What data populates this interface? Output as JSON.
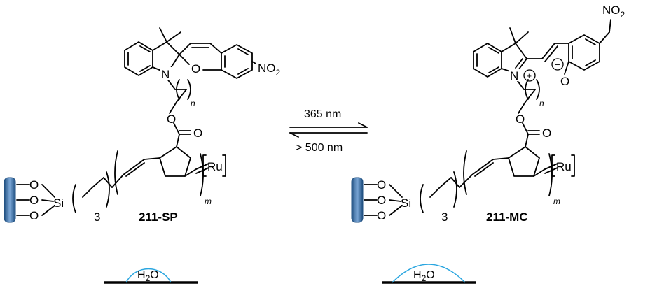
{
  "sp": {
    "nitro": "NO",
    "nitro_sub": "2",
    "n_atom": "N",
    "o_ring": "O",
    "o_ester": "O",
    "o_carbonyl": "O",
    "n_sub": "n",
    "m_sub": "m",
    "ru": "Ru",
    "si": "Si",
    "o1": "O",
    "o2": "O",
    "o3": "O",
    "count3": "3",
    "label": "211-SP",
    "water": "H",
    "water_sub": "2",
    "water_o": "O"
  },
  "mc": {
    "nitro": "NO",
    "nitro_sub": "2",
    "n_atom": "N",
    "plus": "+",
    "minus": "−",
    "o_phenoxide": "O",
    "o_ester": "O",
    "o_carbonyl": "O",
    "n_sub": "n",
    "m_sub": "m",
    "ru": "Ru",
    "si": "Si",
    "o1": "O",
    "o2": "O",
    "o3": "O",
    "count3": "3",
    "label": "211-MC",
    "water": "H",
    "water_sub": "2",
    "water_o": "O"
  },
  "arrow": {
    "forward": "365 nm",
    "reverse": "> 500 nm"
  },
  "colors": {
    "bond": "#000000",
    "surface_blue": "#4d82b8",
    "surface_dark": "#1f4f80",
    "droplet": "#2aa6e0"
  }
}
